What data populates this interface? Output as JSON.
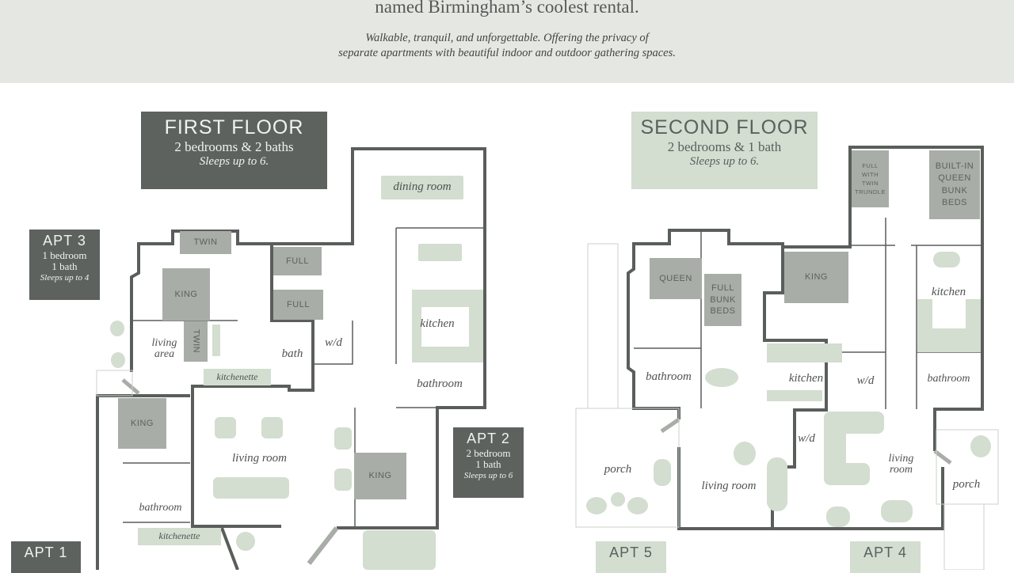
{
  "header": {
    "headline": "named Birmingham’s coolest rental.",
    "subtitle_line1": "Walkable, tranquil, and unforgettable. Offering the privacy of",
    "subtitle_line2": "separate apartments with beautiful indoor and outdoor gathering spaces."
  },
  "first_floor": {
    "title": "FIRST FLOOR",
    "rooms": "2 bedrooms & 2 baths",
    "sleeps": "Sleeps up to 6.",
    "apt3": {
      "title": "APT 3",
      "line1": "1 bedroom",
      "line2": "1 bath",
      "sleeps": "Sleeps up to 4"
    },
    "apt2": {
      "title": "APT 2",
      "line1": "2 bedroom",
      "line2": "1 bath",
      "sleeps": "Sleeps up to 6"
    },
    "apt1": {
      "title": "APT 1"
    },
    "beds": {
      "twin_top": "TWIN",
      "king_apt3": "KING",
      "twin_side": "TWIN",
      "full1": "FULL",
      "full2": "FULL",
      "king_apt1": "KING",
      "king_apt2": "KING"
    },
    "labels": {
      "dining": "dining room",
      "kitchen": "kitchen",
      "living_area": "living area",
      "bath": "bath",
      "wd": "w/d",
      "kitchenette1": "kitchenette",
      "bathroom": "bathroom",
      "living_room": "living room",
      "bathroom_apt1": "bathroom",
      "kitchenette2": "kitchenette"
    }
  },
  "second_floor": {
    "title": "SECOND FLOOR",
    "rooms": "2 bedrooms & 1 bath",
    "sleeps": "Sleeps up to 6.",
    "apt5": {
      "title": "APT 5"
    },
    "apt4": {
      "title": "APT 4"
    },
    "beds": {
      "full_trundle": "FULL WITH TWIN TRUNDLE",
      "queen_bunk": "BUILT-IN QUEEN BUNK BEDS",
      "queen": "QUEEN",
      "full_bunk": "FULL BUNK BEDS",
      "king": "KING"
    },
    "labels": {
      "kitchen_right": "kitchen",
      "bathroom_left": "bathroom",
      "kitchen_mid": "kitchen",
      "wd1": "w/d",
      "bathroom_right": "bathroom",
      "wd2": "w/d",
      "porch_left": "porch",
      "living_room": "living room",
      "living_room2": "living room",
      "porch_right": "porch"
    }
  }
}
